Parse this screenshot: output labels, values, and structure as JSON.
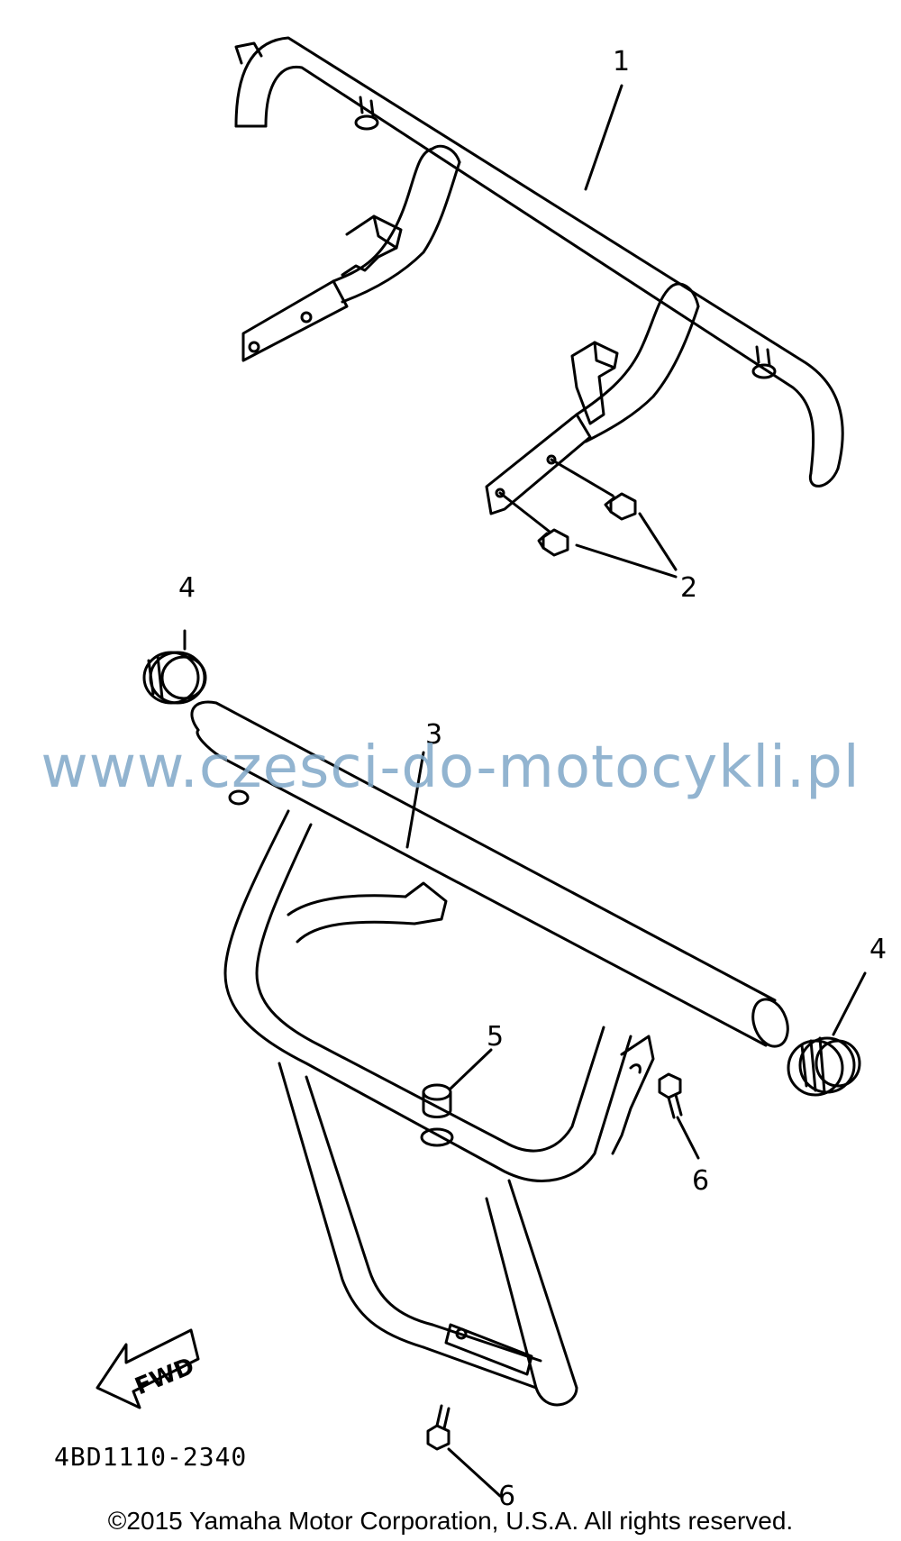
{
  "callouts": {
    "p1": "1",
    "p2": "2",
    "p3": "3",
    "p4_top": "4",
    "p4_right": "4",
    "p5": "5",
    "p6_mid": "6",
    "p6_bottom": "6"
  },
  "fwd_label": "FWD",
  "diagram_code": "4BD1110-2340",
  "watermark": "www.czesci-do-motocykli.pl",
  "copyright": "©2015 Yamaha Motor Corporation, U.S.A. All rights reserved.",
  "colors": {
    "line": "#000000",
    "watermark": "#7fa8c8",
    "background": "#ffffff"
  }
}
